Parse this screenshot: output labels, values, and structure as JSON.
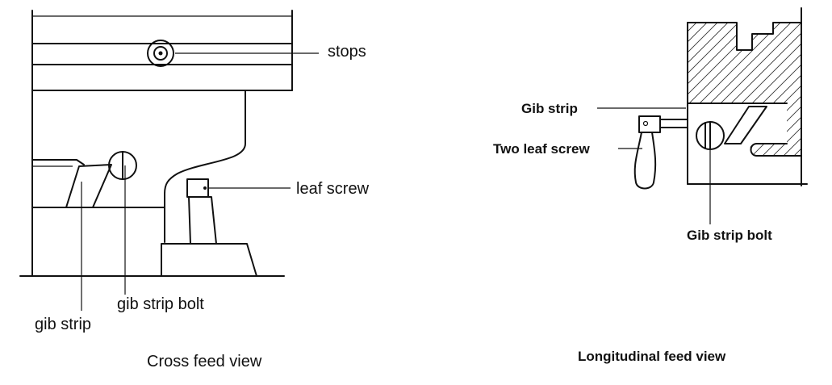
{
  "left_view": {
    "caption": "Cross feed view",
    "labels": {
      "stops": "stops",
      "leaf_screw": "leaf screw",
      "gib_strip_bolt": "gib strip bolt",
      "gib_strip": "gib strip"
    }
  },
  "right_view": {
    "caption": "Longitudinal feed view",
    "labels": {
      "gib_strip": "Gib strip",
      "two_leaf_screw": "Two leaf screw",
      "gib_strip_bolt": "Gib strip bolt"
    }
  }
}
